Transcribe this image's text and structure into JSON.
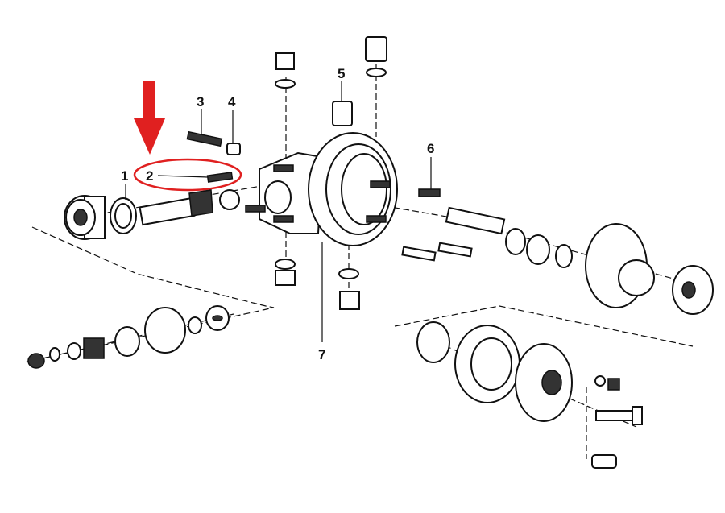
{
  "diagram": {
    "callouts": [
      "1",
      "2",
      "3",
      "4",
      "5",
      "6",
      "7"
    ],
    "highlight_color": "#e02020",
    "highlighted_callout": "2"
  }
}
